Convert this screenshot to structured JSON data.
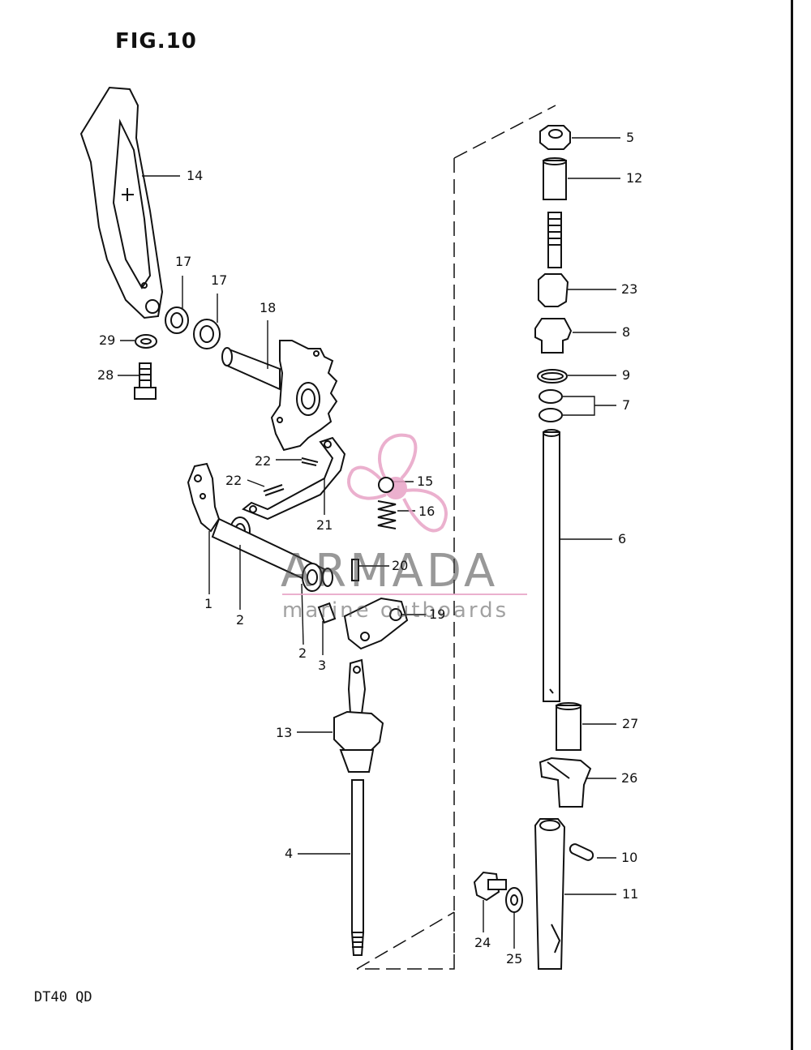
{
  "figure": {
    "title": "FIG.10",
    "model": "DT40 QD"
  },
  "watermark": {
    "brand": "ARMADA",
    "tagline": "marine outboards",
    "logo_color": "#e8a3c6",
    "text_color": "#555555"
  },
  "callouts": [
    "5",
    "12",
    "23",
    "8",
    "9",
    "7",
    "6",
    "27",
    "26",
    "10",
    "11",
    "24",
    "25",
    "14",
    "17",
    "17",
    "18",
    "29",
    "28",
    "22",
    "22",
    "21",
    "15",
    "16",
    "20",
    "19",
    "1",
    "2",
    "2",
    "3",
    "13",
    "4"
  ]
}
